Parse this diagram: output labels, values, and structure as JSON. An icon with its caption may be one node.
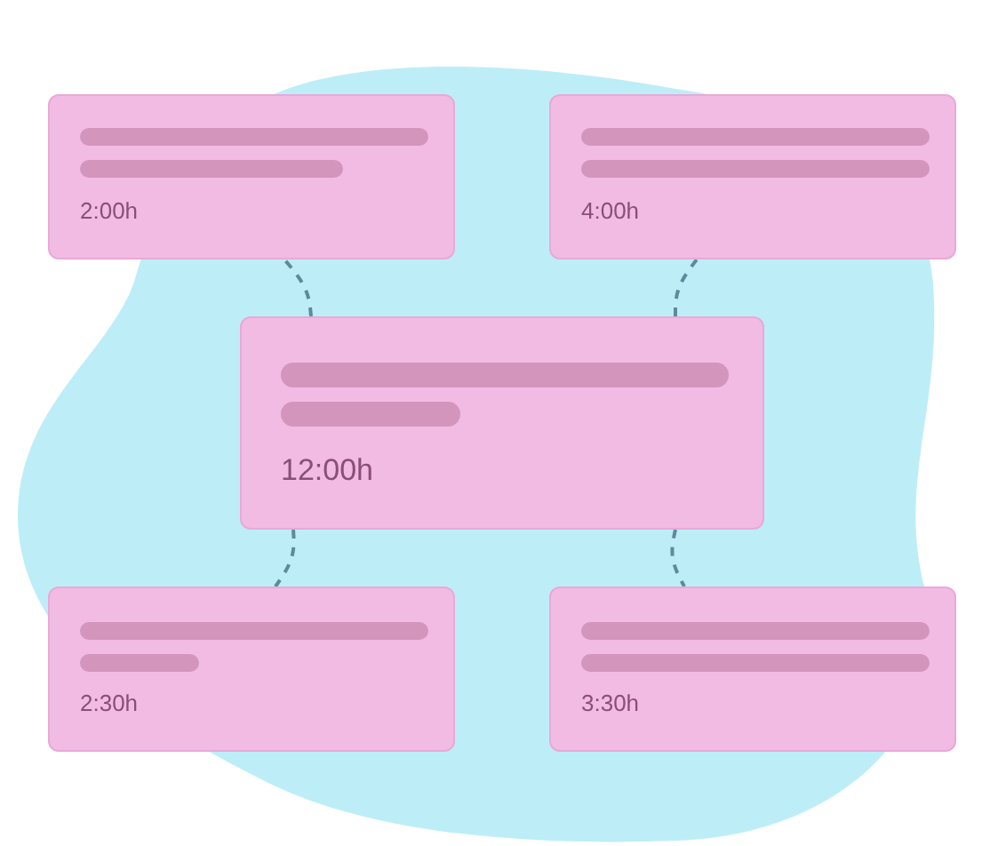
{
  "diagram": {
    "nodes": [
      {
        "text": [
          "2:00h"
        ]
      },
      {
        "text": [
          "4:00h"
        ]
      },
      {
        "text": [
          "12:00h"
        ]
      },
      {
        "text": [
          "2:30h"
        ]
      },
      {
        "text": [
          "3:30h"
        ]
      }
    ],
    "edges": [
      {
        "from": 2,
        "to": 0,
        "arrow": "none",
        "style": "dashed"
      },
      {
        "from": 2,
        "to": 1,
        "arrow": "none",
        "style": "dashed"
      },
      {
        "from": 2,
        "to": 3,
        "arrow": "none",
        "style": "dashed"
      },
      {
        "from": 2,
        "to": 4,
        "arrow": "none",
        "style": "dashed"
      }
    ]
  }
}
